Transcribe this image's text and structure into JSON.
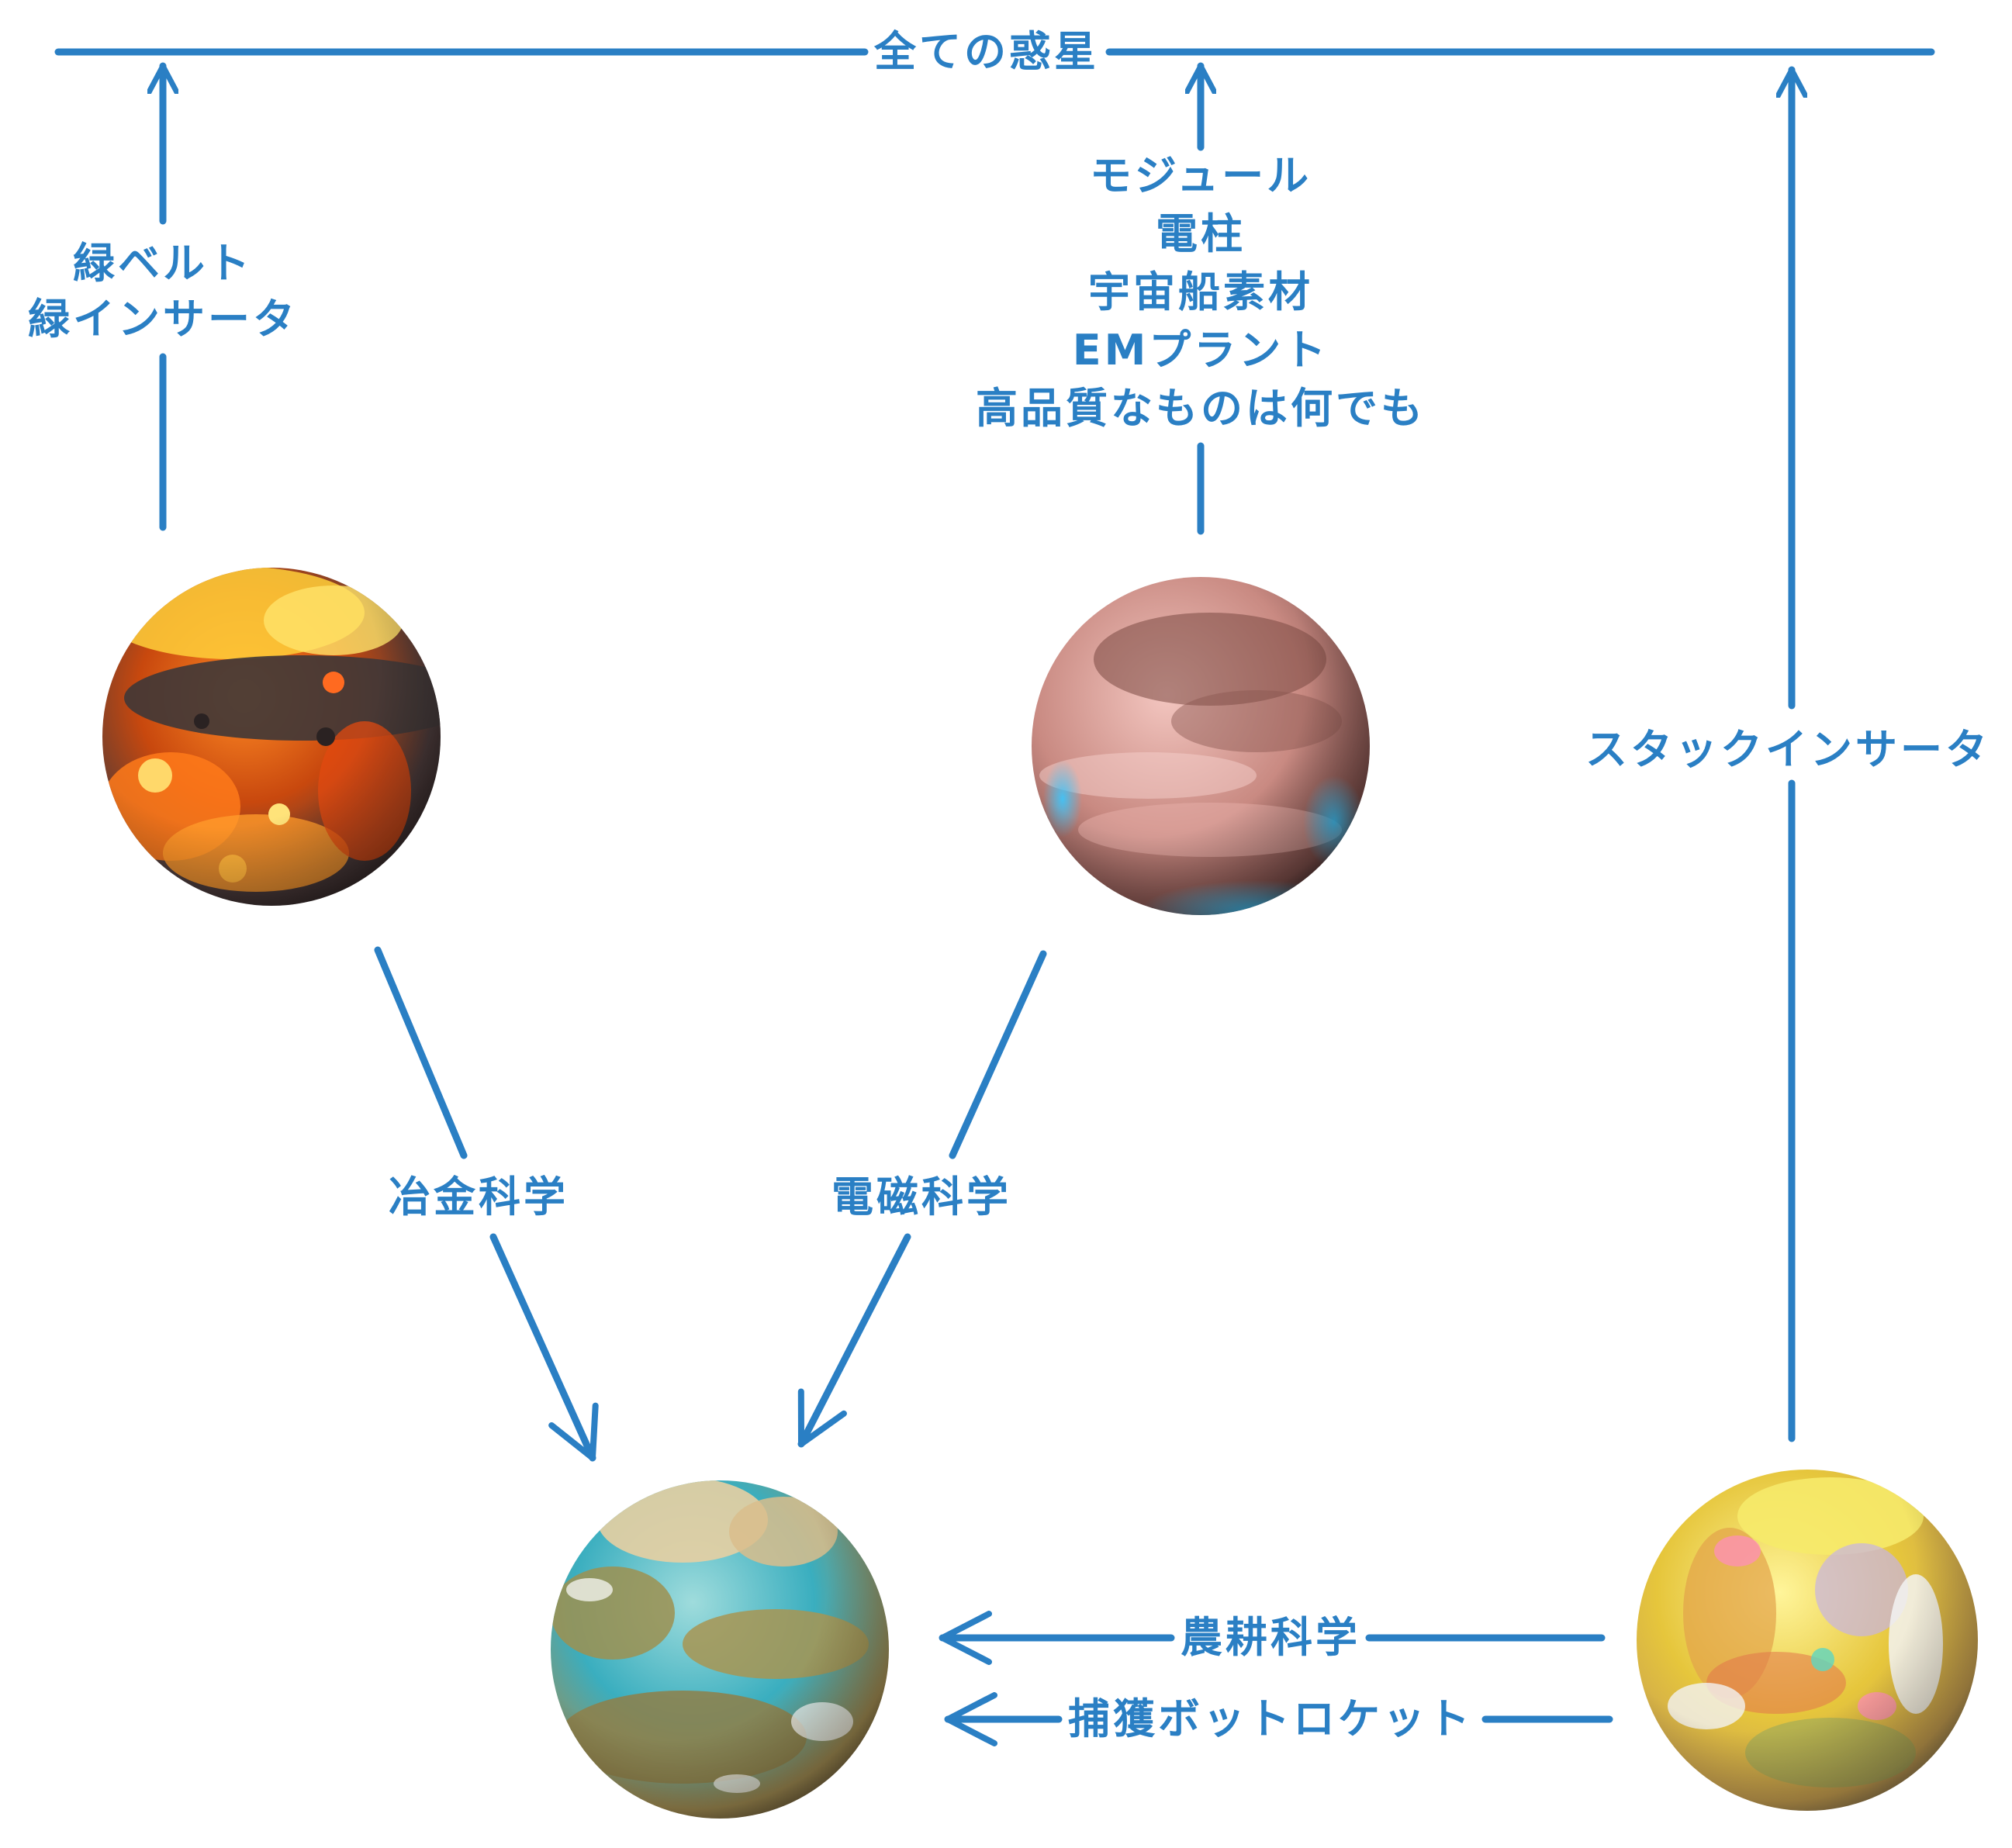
{
  "top_bar": {
    "label": "全ての惑星"
  },
  "edges": {
    "fire_to_all": {
      "lines": [
        "緑ベルト",
        "緑インサータ"
      ]
    },
    "em_to_all": {
      "lines": [
        "モジュール",
        "電柱",
        "宇宙船素材",
        "EMプラント",
        "高品質なものは何でも"
      ]
    },
    "bio_to_all": {
      "label": "スタックインサータ"
    },
    "fire_to_earth": {
      "label": "冶金科学"
    },
    "em_to_earth": {
      "label": "電磁科学"
    },
    "bio_to_earth_1": {
      "label": "農耕科学"
    },
    "bio_to_earth_2": {
      "label": "捕獲ボットロケット"
    }
  },
  "planets": [
    {
      "name": "fire-planet",
      "colors": [
        "#ffd23a",
        "#ff6a14",
        "#b42a08",
        "#3a3434"
      ]
    },
    {
      "name": "em-planet",
      "colors": [
        "#f0b8b4",
        "#c8867f",
        "#7a4a44",
        "#39c7ff"
      ]
    },
    {
      "name": "home-planet",
      "colors": [
        "#e7d2a6",
        "#3db2c6",
        "#a99455",
        "#ffffff"
      ]
    },
    {
      "name": "bio-planet",
      "colors": [
        "#fff27a",
        "#e8c93a",
        "#e58a3b",
        "#f2f2f2"
      ]
    }
  ],
  "colors": {
    "line": "#2a7fc4",
    "background": "#ffffff"
  }
}
